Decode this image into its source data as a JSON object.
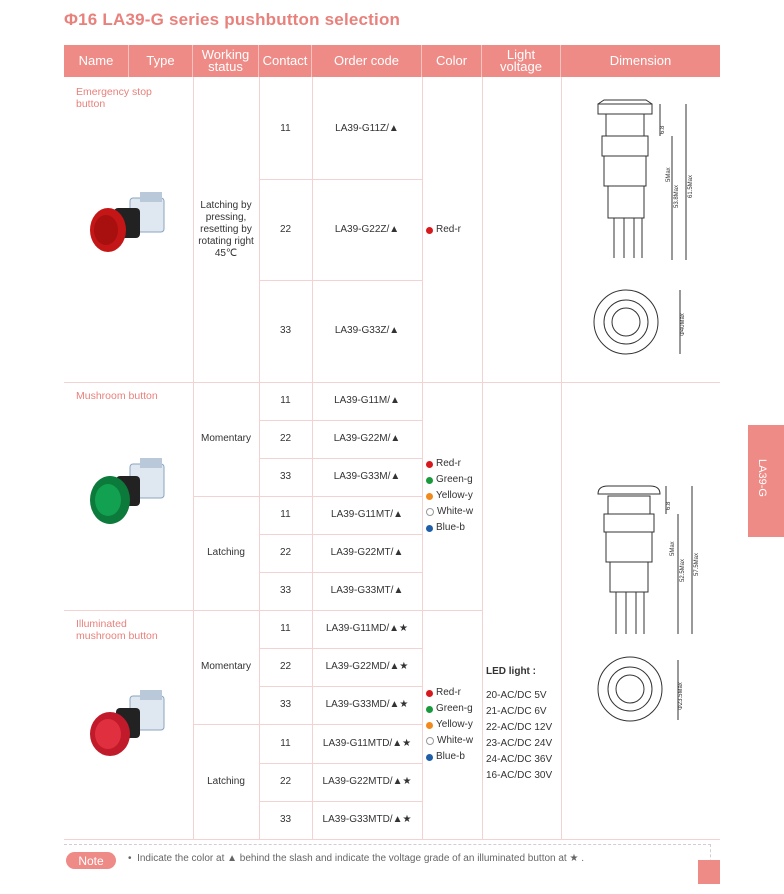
{
  "title": "Φ16 LA39-G series pushbutton selection",
  "headers": {
    "name": "Name",
    "type": "Type",
    "working_status_1": "Working",
    "working_status_2": "status",
    "contact": "Contact",
    "order_code": "Order code",
    "color": "Color",
    "light_1": "Light",
    "light_2": "voltage",
    "dimension": "Dimension"
  },
  "groups": {
    "emergency": {
      "name_1": "Emergency stop",
      "name_2": "button",
      "status_lines": [
        "Latching by",
        "pressing,",
        "resetting by",
        "rotating right",
        "45℃"
      ],
      "rows": [
        {
          "contact": "11",
          "code": "LA39-G11Z/▲"
        },
        {
          "contact": "22",
          "code": "LA39-G22Z/▲"
        },
        {
          "contact": "33",
          "code": "LA39-G33Z/▲"
        }
      ],
      "color": "Red-r"
    },
    "mushroom": {
      "name": "Mushroom button",
      "status_a": "Momentary",
      "status_b": "Latching",
      "rows": [
        {
          "contact": "11",
          "code": "LA39-G11M/▲"
        },
        {
          "contact": "22",
          "code": "LA39-G22M/▲"
        },
        {
          "contact": "33",
          "code": "LA39-G33M/▲"
        },
        {
          "contact": "11",
          "code": "LA39-G11MT/▲"
        },
        {
          "contact": "22",
          "code": "LA39-G22MT/▲"
        },
        {
          "contact": "33",
          "code": "LA39-G33MT/▲"
        }
      ],
      "colors": [
        "Red-r",
        "Green-g",
        "Yellow-y",
        "White-w",
        "Blue-b"
      ]
    },
    "illuminated": {
      "name_1": "Illuminated",
      "name_2": "mushroom button",
      "status_a": "Momentary",
      "status_b": "Latching",
      "rows": [
        {
          "contact": "11",
          "code": "LA39-G11MD/▲★"
        },
        {
          "contact": "22",
          "code": "LA39-G22MD/▲★"
        },
        {
          "contact": "33",
          "code": "LA39-G33MD/▲★"
        },
        {
          "contact": "11",
          "code": "LA39-G11MTD/▲★"
        },
        {
          "contact": "22",
          "code": "LA39-G22MTD/▲★"
        },
        {
          "contact": "33",
          "code": "LA39-G33MTD/▲★"
        }
      ],
      "colors": [
        "Red-r",
        "Green-g",
        "Yellow-y",
        "White-w",
        "Blue-b"
      ]
    }
  },
  "led": {
    "title": "LED light :",
    "items": [
      "20-AC/DC 5V",
      "21-AC/DC 6V",
      "22-AC/DC 12V",
      "23-AC/DC 24V",
      "24-AC/DC 36V",
      "16-AC/DC 30V"
    ]
  },
  "dimension_labels": {
    "d1_top": "6.8",
    "d1_h1": "5Max",
    "d1_h2": "53.8Max",
    "d1_h3": "61.5Max",
    "d1_dia": "Φ40Max",
    "d2_top": "6.8",
    "d2_h1": "5Max",
    "d2_h2": "52.5Max",
    "d2_h3": "57.5Max",
    "d2_dia": "Φ23.5Max"
  },
  "dot_colors": {
    "Red-r": "#d7191c",
    "Green-g": "#1a9a3c",
    "Yellow-y": "#f08a1c",
    "White-w": "#ffffff",
    "Blue-b": "#1f5fa8"
  },
  "side_tab": "LA39-G",
  "note": {
    "label": "Note",
    "bullet": "•",
    "text": "Indicate the color at ▲ behind the slash and indicate the voltage grade of an illuminated button at ★ ."
  }
}
